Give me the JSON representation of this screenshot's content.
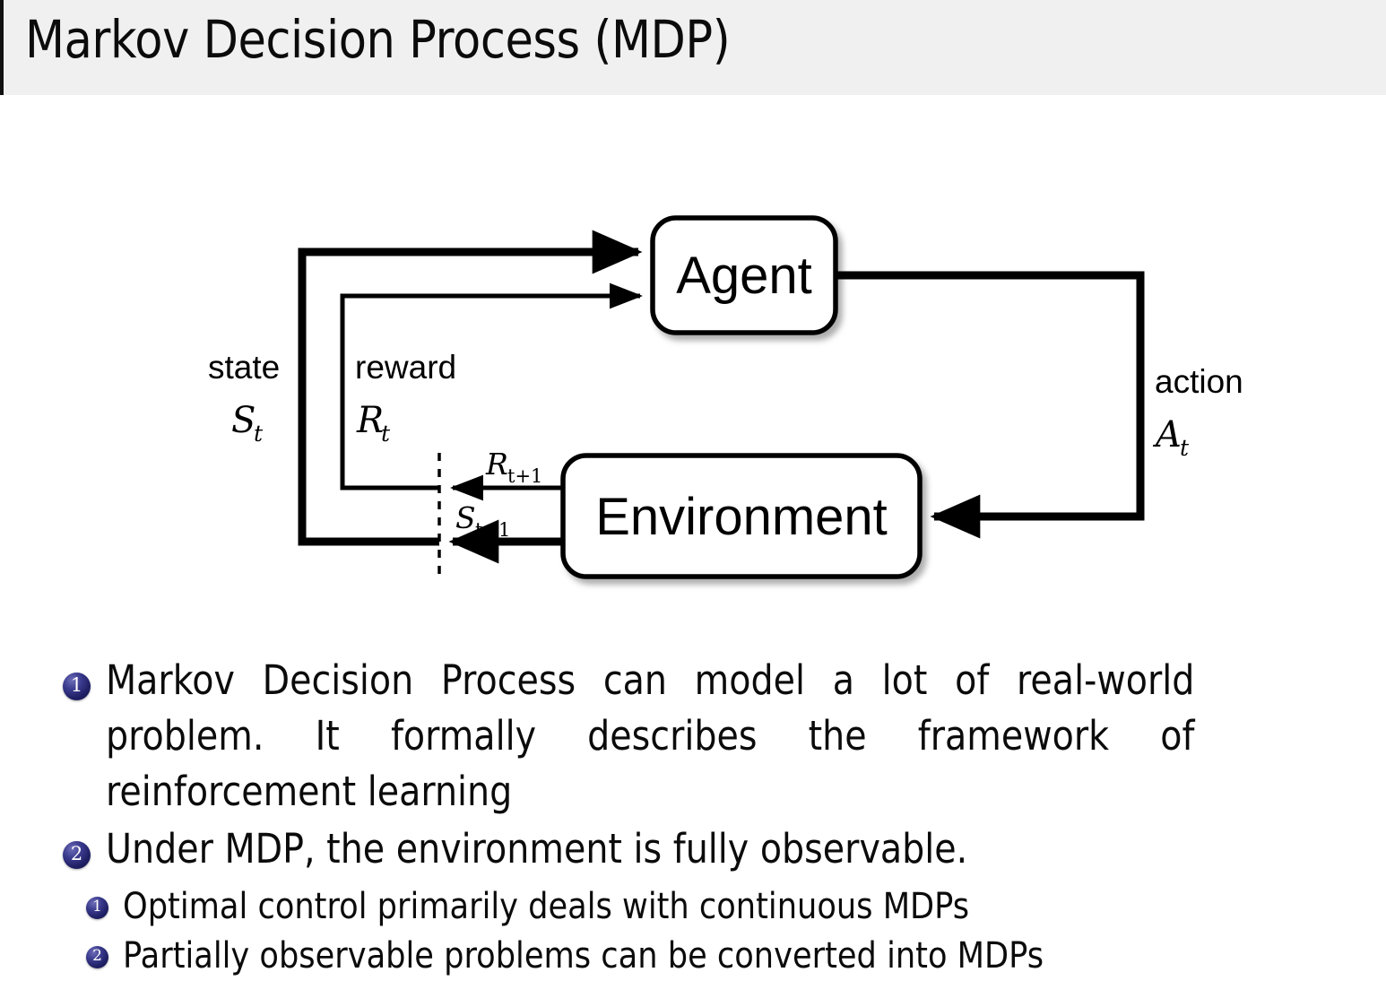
{
  "slide": {
    "title": "Markov Decision Process (MDP)",
    "header_bg": "#f0f0f0",
    "accent_color": "#1e1e63",
    "text_color": "#0b0b0b"
  },
  "diagram": {
    "name": "agent-environment-interaction-loop",
    "nodes": [
      {
        "id": "agent",
        "label": "Agent"
      },
      {
        "id": "environment",
        "label": "Environment"
      }
    ],
    "edge_labels": {
      "state_word": "state",
      "state_symbol": "S",
      "state_subscript": "t",
      "reward_word": "reward",
      "reward_symbol": "R",
      "reward_subscript": "t",
      "action_word": "action",
      "action_symbol": "A",
      "action_subscript": "t",
      "next_reward_symbol": "R",
      "next_reward_subscript": "t+1",
      "next_state_symbol": "S",
      "next_state_subscript": "t+1"
    }
  },
  "bullets": [
    {
      "number": "1",
      "text": "Markov Decision Process can model a lot of real-world problem. It formally describes the framework of reinforcement learning",
      "children": []
    },
    {
      "number": "2",
      "text": "Under MDP, the environment is fully observable.",
      "children": [
        {
          "number": "1",
          "text": "Optimal control primarily deals with continuous MDPs"
        },
        {
          "number": "2",
          "text": "Partially observable problems can be converted into MDPs"
        }
      ]
    }
  ]
}
